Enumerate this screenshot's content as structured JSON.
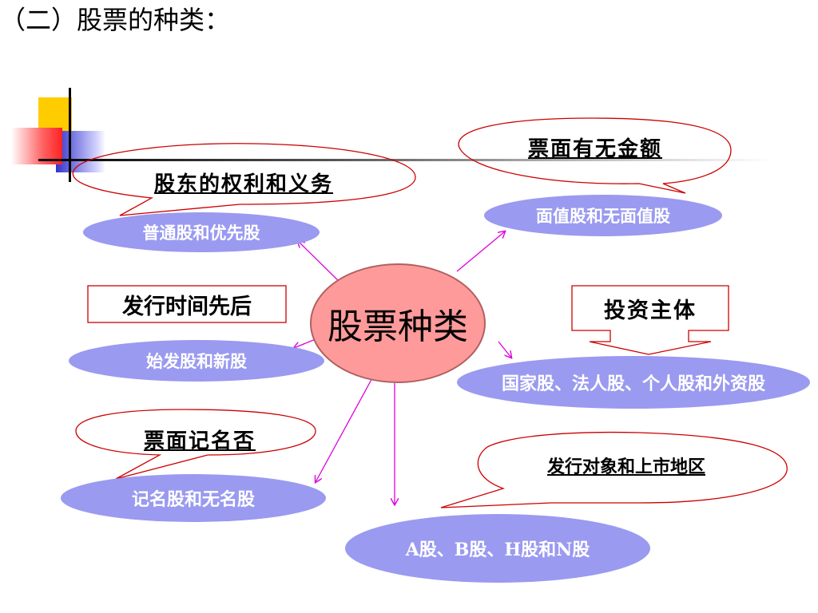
{
  "title": "（二）股票的种类：",
  "center": "股票种类",
  "nodes": {
    "common_preferred": "普通股和优先股",
    "face_value": "面值股和无面值股",
    "original_new": "始发股和新股",
    "investor": "国家股、法人股、个人股和外资股",
    "registered": "记名股和无名股",
    "listing": "A股、B股、H股和N股"
  },
  "criteria": {
    "rights": "股东的权利和义务",
    "face_amount": "票面有无金额",
    "issue_time": "发行时间先后",
    "investor_subject": "投资主体",
    "name_on_ticket": "票面记名否",
    "issue_target": "发行对象和上市地区"
  },
  "colors": {
    "oval_fill": "#9a9af0",
    "center_fill": "#ff9a9a",
    "bubble_stroke": "#cc0000",
    "arrow": "#dd00dd"
  }
}
